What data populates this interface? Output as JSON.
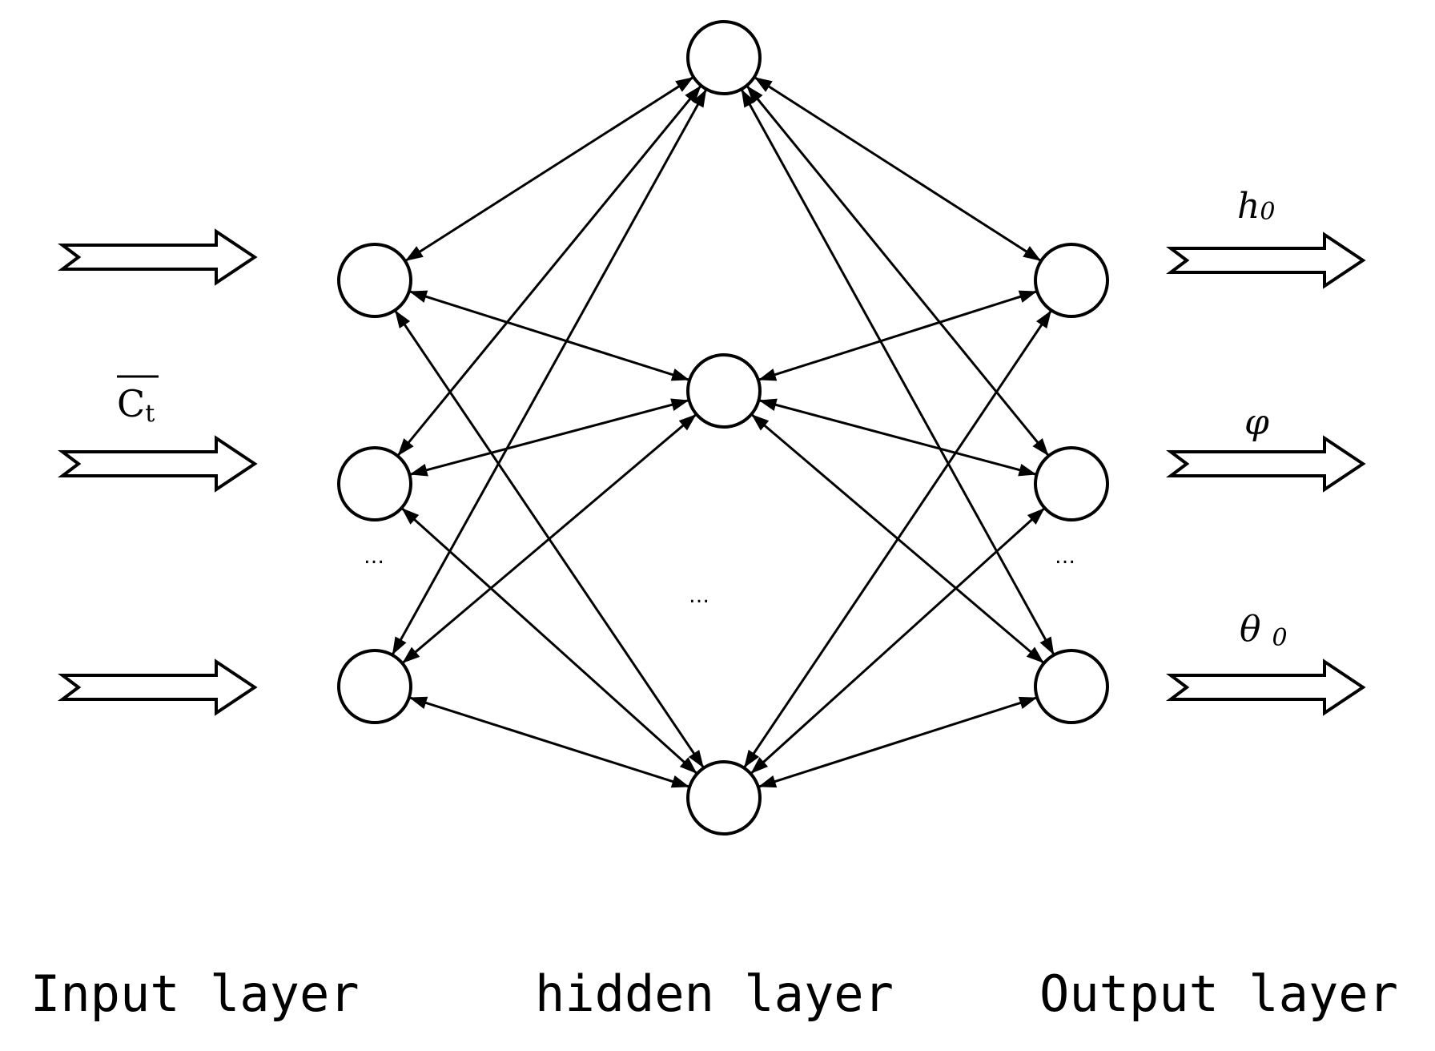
{
  "labels": {
    "input_layer": "Input layer",
    "hidden_layer": "hidden layer",
    "output_layer": "Output layer"
  },
  "input_variable": {
    "main": "C",
    "subscript": "t"
  },
  "outputs": [
    {
      "main": "h",
      "subscript": "0"
    },
    {
      "main": "φ",
      "subscript": ""
    },
    {
      "main": "θ",
      "subscript": "0"
    }
  ],
  "ellipsis": "…"
}
